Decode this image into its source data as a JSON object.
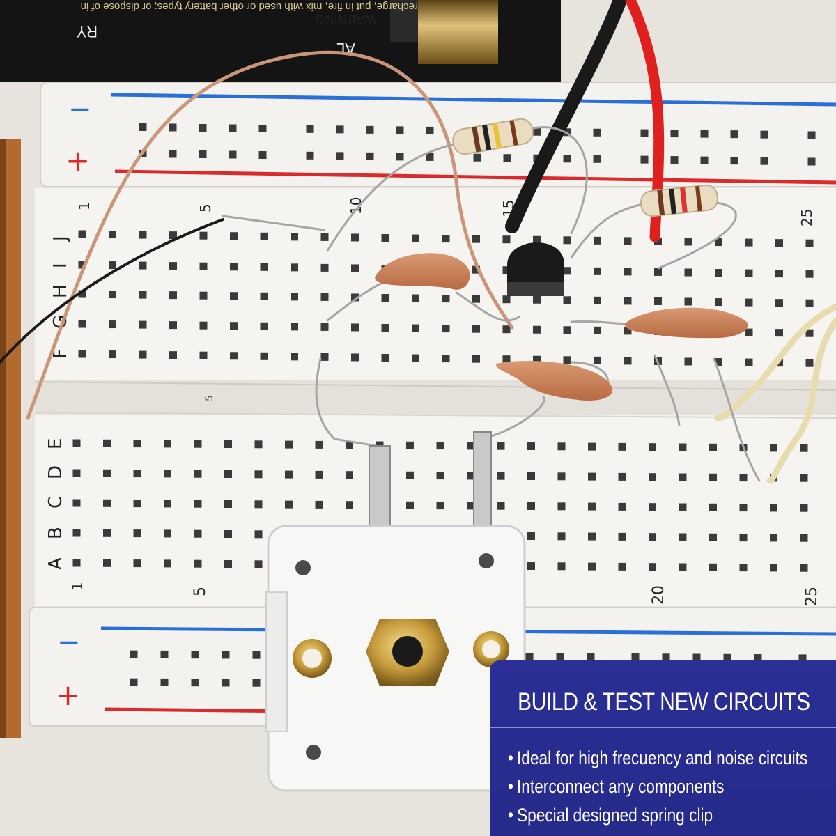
{
  "battery": {
    "label_warning": "WARNING",
    "label_recharge": "recharge, put in fire, mix with used or other battery types; or dispose of in",
    "label_ry": "RY",
    "label_al": "AL"
  },
  "breadboard": {
    "rail_minus": "−",
    "rail_plus": "+",
    "row_letters_top": [
      "J",
      "I",
      "H",
      "G",
      "F"
    ],
    "row_letters_bottom": [
      "E",
      "D",
      "C",
      "B",
      "A"
    ],
    "column_numbers_top": [
      "1",
      "5",
      "10",
      "15",
      "25"
    ],
    "column_numbers_middle": [
      "5"
    ],
    "column_numbers_bottom": [
      "1",
      "5",
      "20",
      "25"
    ]
  },
  "promo": {
    "title": "BUILD & TEST NEW CIRCUITS",
    "bullet_glyph": "•",
    "items": [
      "Ideal for high frecuency and  noise circuits",
      "Interconnect any components",
      "Special designed spring clip"
    ]
  },
  "colors": {
    "promo_background": "#2b2f96",
    "rail_blue": "#2a6fd6",
    "rail_red": "#d92b2b",
    "capacitor": "#c9805a",
    "board": "#f3f2ee"
  }
}
